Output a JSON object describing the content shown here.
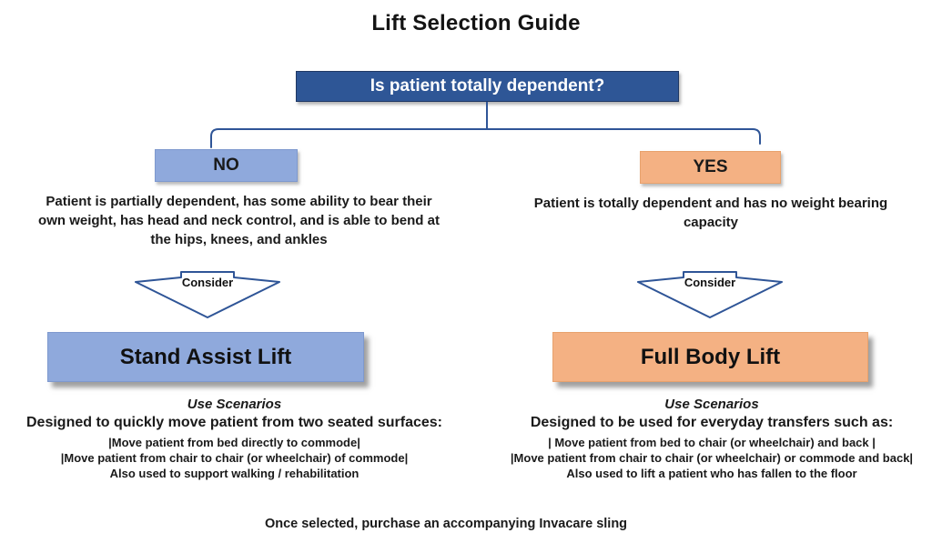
{
  "title": "Lift Selection Guide",
  "colors": {
    "navy": "#2E5696",
    "navy-border": "#1F3864",
    "blue-light": "#8FA9DC",
    "blue-light-border": "#7E99CE",
    "orange": "#F4B183",
    "orange-border": "#E8A26D",
    "line": "#2F5597",
    "text": "#1A1A1A"
  },
  "question": {
    "label": "Is patient totally dependent?"
  },
  "branch_no": {
    "label": "NO",
    "description_lines": [
      "Patient is partially dependent, has some ability to bear their",
      "own weight, has head and neck control, and is able to bend at",
      "the hips, knees, and ankles"
    ],
    "consider_label": "Consider",
    "result_label": "Stand Assist Lift",
    "use_scenarios_title": "Use Scenarios",
    "use_scenarios_heading": "Designed to quickly move patient from two seated surfaces:",
    "use_scenarios_lines": [
      "|Move patient from bed directly to commode|",
      "|Move patient from chair to chair (or wheelchair) of commode|",
      "Also used to support walking / rehabilitation"
    ]
  },
  "branch_yes": {
    "label": "YES",
    "description_lines": [
      "Patient is totally dependent and has no weight bearing",
      "capacity"
    ],
    "consider_label": "Consider",
    "result_label": "Full Body Lift",
    "use_scenarios_title": "Use Scenarios",
    "use_scenarios_heading": "Designed to be used for everyday transfers such as:",
    "use_scenarios_lines": [
      "| Move patient from bed to chair (or wheelchair) and back |",
      "|Move patient from chair to chair (or wheelchair) or commode and back|",
      "Also used to lift a patient who has fallen to the floor"
    ]
  },
  "footer": "Once selected, purchase an accompanying Invacare sling"
}
